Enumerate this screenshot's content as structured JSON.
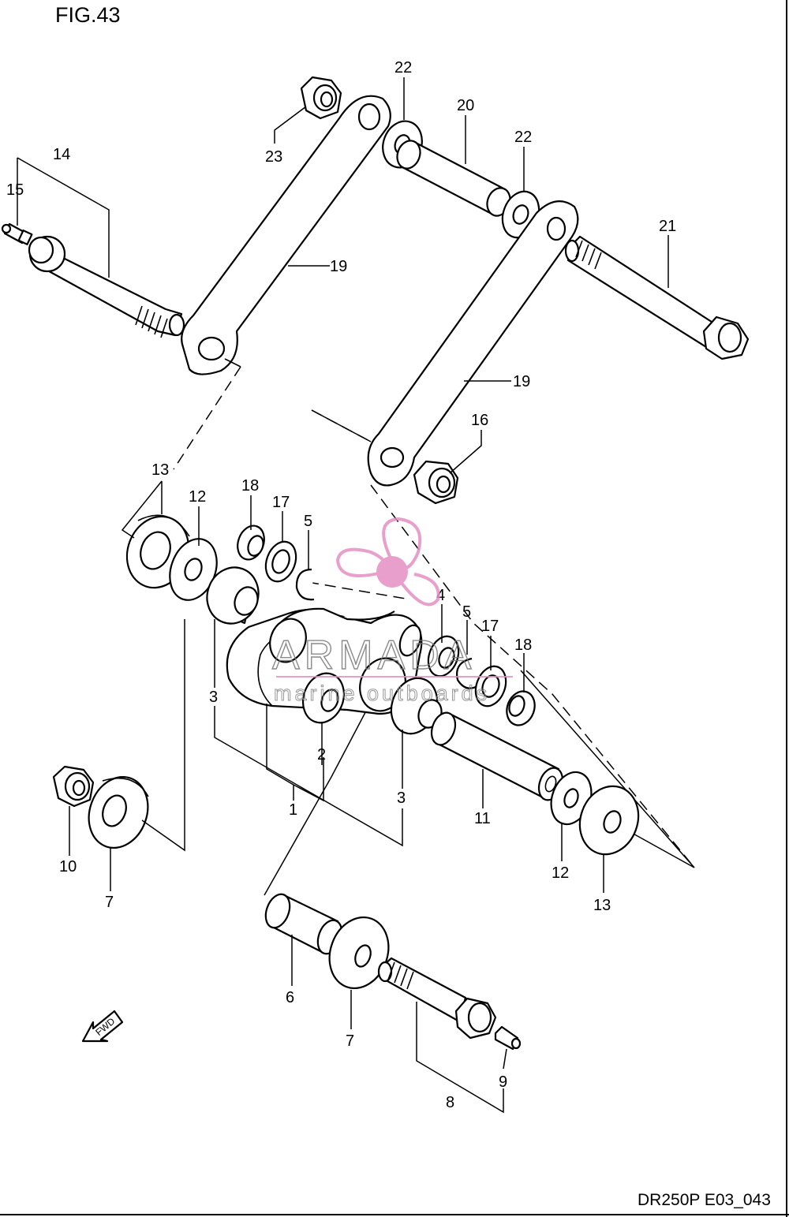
{
  "figure_title": "FIG.43",
  "drawing_code": "DR250P E03_043",
  "watermark": {
    "brand": "ARMADA",
    "tagline": "marine outboards",
    "logo_color": "#e58fc3"
  },
  "fwd_arrow_label": "FWD",
  "callouts": {
    "c1": "1",
    "c2": "2",
    "c3a": "3",
    "c3b": "3",
    "c4": "4",
    "c5a": "5",
    "c5b": "5",
    "c6": "6",
    "c7a": "7",
    "c7b": "7",
    "c8": "8",
    "c9": "9",
    "c10": "10",
    "c11": "11",
    "c12a": "12",
    "c12b": "12",
    "c13a": "13",
    "c13b": "13",
    "c14": "14",
    "c15": "15",
    "c16": "16",
    "c17a": "17",
    "c17b": "17",
    "c18a": "18",
    "c18b": "18",
    "c19a": "19",
    "c19b": "19",
    "c20": "20",
    "c21": "21",
    "c22a": "22",
    "c22b": "22",
    "c23": "23"
  }
}
